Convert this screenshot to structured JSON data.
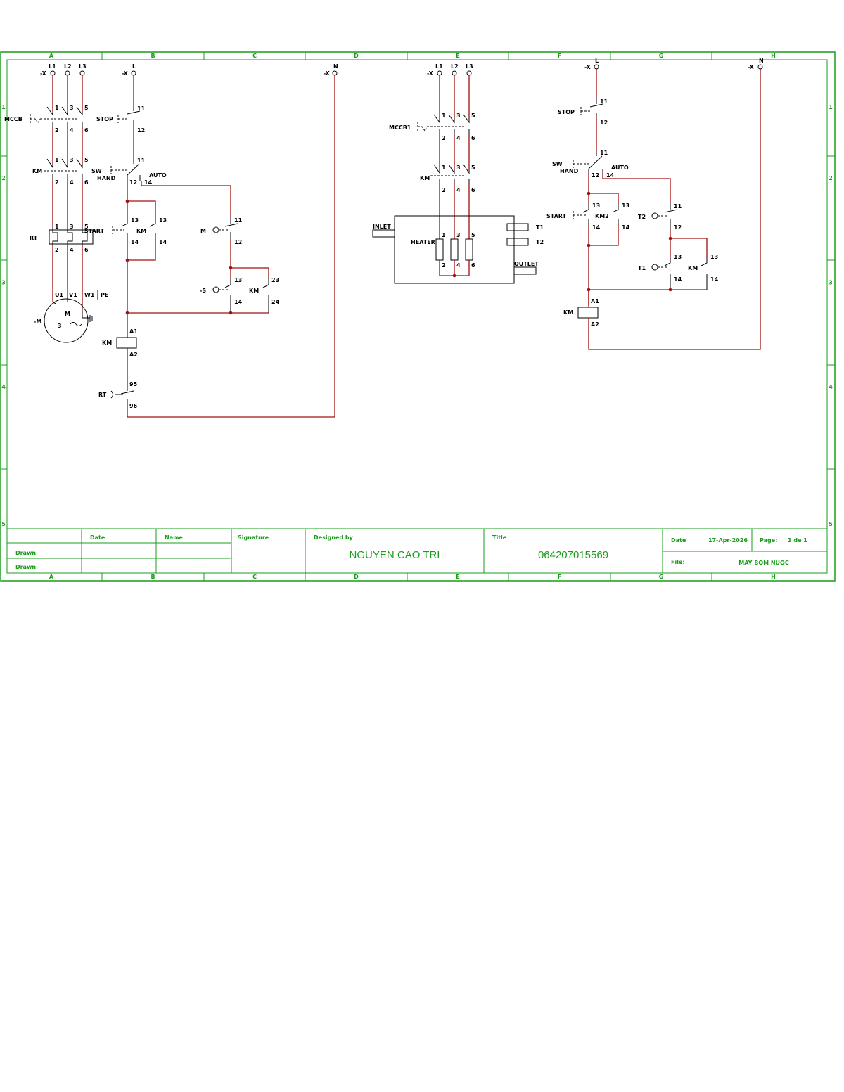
{
  "frame": {
    "columns": [
      "A",
      "B",
      "C",
      "D",
      "E",
      "F",
      "G",
      "H"
    ],
    "rows": [
      "1",
      "2",
      "3",
      "4",
      "5"
    ]
  },
  "circuit1": {
    "terminals": {
      "x": "-X",
      "l1": "L1",
      "l2": "L2",
      "l3": "L3",
      "ctrl_x": "-X",
      "ctrl_l": "L",
      "n_x": "-X",
      "n": "N"
    },
    "mccb": "MCCB",
    "km_main": "KM",
    "rt": "RT",
    "pins_top": [
      "1",
      "3",
      "5"
    ],
    "pins_bottom": [
      "2",
      "4",
      "6"
    ],
    "motor": {
      "tag": "-M",
      "letter": "M",
      "phases": "3",
      "ac": "~",
      "u": "U1",
      "v": "V1",
      "w": "W1",
      "pe": "PE"
    },
    "stop": "STOP",
    "sw": "SW",
    "hand": "HAND",
    "auto": "AUTO",
    "start": "START",
    "km_aux": "KM",
    "m_lbl": "M",
    "s_lbl": "-S",
    "coil": "KM",
    "rt_ctrl": "RT",
    "pins": {
      "n11": "11",
      "n12": "12",
      "n14": "14",
      "n13": "13",
      "n23": "23",
      "n24": "24",
      "a1": "A1",
      "a2": "A2",
      "n95": "95",
      "n96": "96"
    }
  },
  "circuit2": {
    "terminals": {
      "x": "-X",
      "l1": "L1",
      "l2": "L2",
      "l3": "L3"
    },
    "mccb": "MCCB1",
    "km": "KM",
    "heater": "HEATER",
    "inlet": "INLET",
    "outlet": "OUTLET",
    "t1": "T1",
    "t2": "T2",
    "pins_top": [
      "1",
      "3",
      "5"
    ],
    "pins_bottom": [
      "2",
      "4",
      "6"
    ]
  },
  "circuit3": {
    "terminals": {
      "x_l": "-X",
      "l": "L",
      "x_n": "-X",
      "n": "N"
    },
    "stop": "STOP",
    "sw": "SW",
    "hand": "HAND",
    "auto": "AUTO",
    "start": "START",
    "km2": "KM2",
    "t2": "T2",
    "t1": "T1",
    "km": "KM",
    "coil": "KM",
    "pins": {
      "n11": "11",
      "n12": "12",
      "n13": "13",
      "n14": "14",
      "a1": "A1",
      "a2": "A2"
    }
  },
  "title_block": {
    "date_header": "Date",
    "name_header": "Name",
    "signature_header": "Signature",
    "drawn_1": "Drawn",
    "drawn_2": "Drawn",
    "designed_by_label": "Designed by",
    "designer": "NGUYEN CAO TRI",
    "title_label": "Title",
    "title_value": "064207015569",
    "date_label": "Date",
    "date_value": "17-Apr-2026",
    "page_label": "Page:",
    "page_value": "1 de 1",
    "file_label": "File:",
    "file_value": "MAY BOM NUOC"
  }
}
